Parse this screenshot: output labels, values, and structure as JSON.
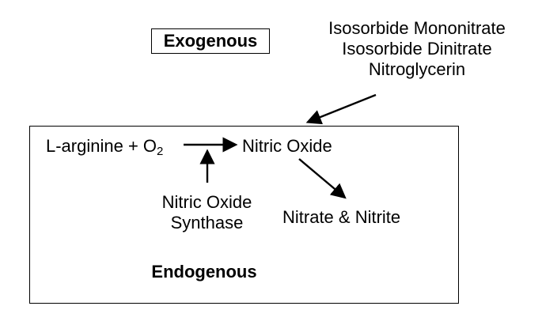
{
  "exogenous_label": "Exogenous",
  "exogenous_drugs": [
    "Isosorbide Mononitrate",
    "Isosorbide Dinitrate",
    "Nitroglycerin"
  ],
  "substrate_main": "L-arginine + O",
  "substrate_subscript": "2",
  "product": "Nitric Oxide",
  "enzyme_lines": [
    "Nitric Oxide",
    "Synthase"
  ],
  "metabolites": "Nitrate & Nitrite",
  "endogenous_label": "Endogenous",
  "colors": {
    "ink": "#000000",
    "background": "#ffffff"
  }
}
